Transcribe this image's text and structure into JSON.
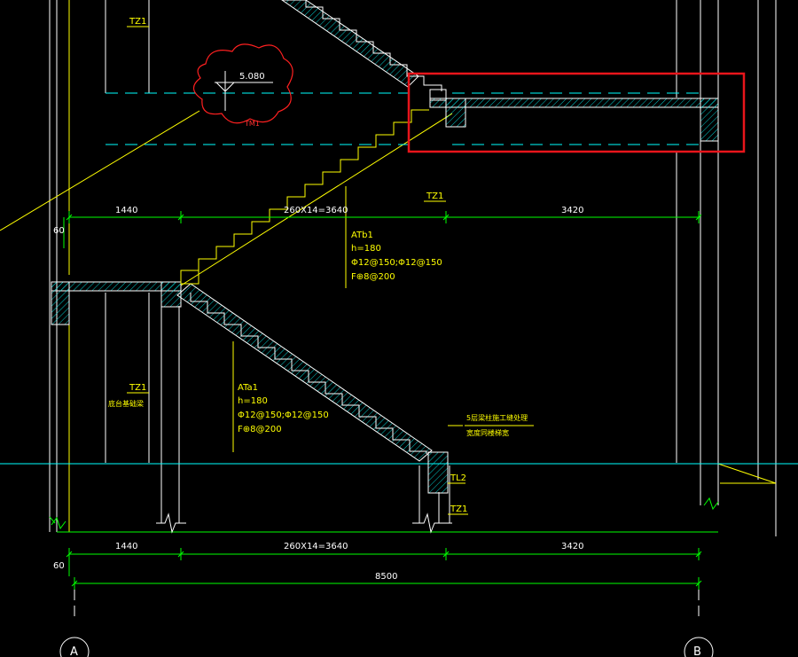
{
  "colors": {
    "background": "#000000",
    "white": "#ffffff",
    "green": "#00ff00",
    "yellow": "#ffff00",
    "cyan": "#00ffff",
    "red": "#ff0000",
    "highlight": "#e8151b"
  },
  "elevation": {
    "value": "5.080",
    "cloud_tag": "TM1"
  },
  "upper_flight": {
    "name": "ATb1",
    "thickness": "h=180",
    "rebar_main": "Φ12@150;Φ12@150",
    "rebar_dist": "F⊕8@200"
  },
  "lower_flight": {
    "name": "ATa1",
    "thickness": "h=180",
    "rebar_main": "Φ12@150;Φ12@150",
    "rebar_dist": "F⊕8@200"
  },
  "tz_labels": {
    "top_left": "TZ1",
    "upper_mid": "TZ1",
    "lower_left": "TZ1",
    "bottom": "TZ1"
  },
  "tl_label": "TL2",
  "notes": {
    "lower_left": "底台基础梁",
    "beam_line1": "5层梁柱施工缝处理",
    "beam_line2": "宽度同楼梯宽"
  },
  "dims_upper": {
    "left": "1440",
    "middle": "260X14=3640",
    "right": "3420",
    "side": "60"
  },
  "dims_lower": {
    "left": "1440",
    "middle": "260X14=3640",
    "right": "3420",
    "side": "60",
    "total": "8500"
  },
  "axes": {
    "left": "A",
    "right": "B"
  }
}
